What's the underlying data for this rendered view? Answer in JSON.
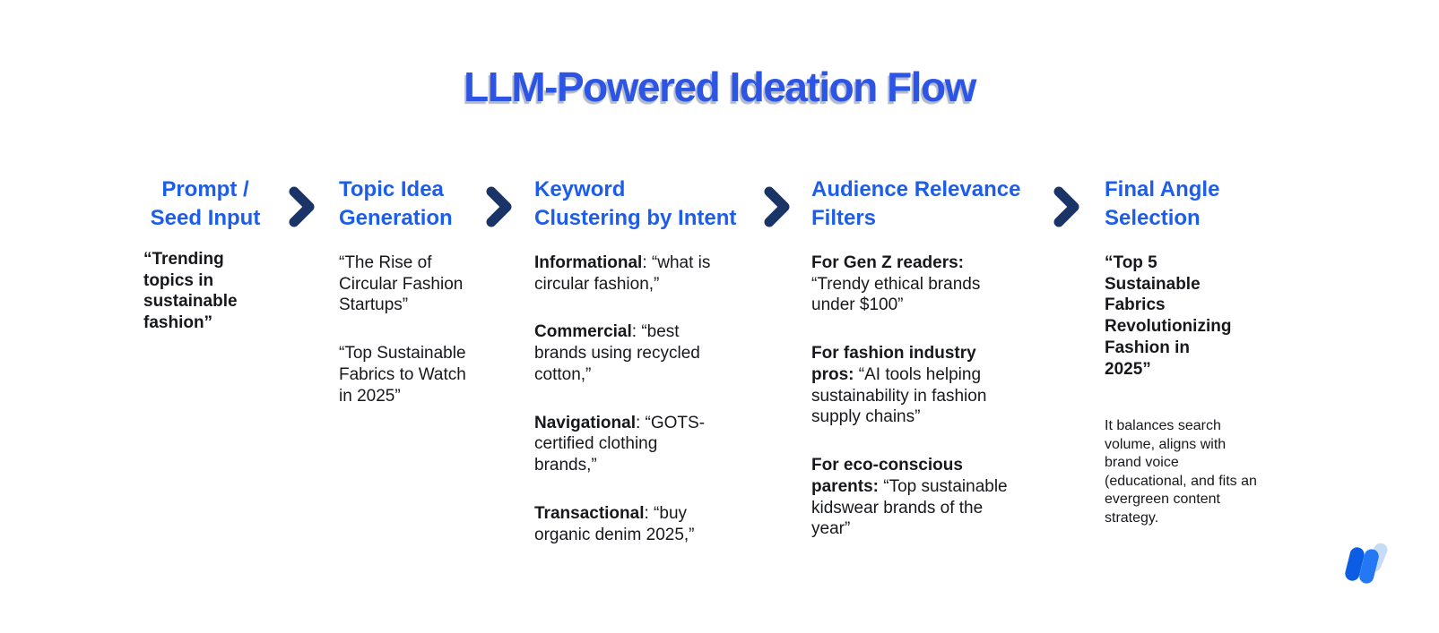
{
  "title": "LLM-Powered Ideation Flow",
  "colors": {
    "title_blue": "#2c55e6",
    "heading_blue": "#1d5de9",
    "arrow_navy": "#1b3467",
    "body_text": "#17181c",
    "logo_dark_blue": "#0d5ce4",
    "logo_mid_blue": "#2478f4",
    "logo_light_blue": "#c5dbf8"
  },
  "columns": [
    {
      "heading_lines": [
        "Prompt /",
        "Seed Input"
      ],
      "paragraphs": [
        {
          "text": "“Trending topics in sustainable fashion”"
        }
      ]
    },
    {
      "heading_lines": [
        "Topic Idea",
        "Generation"
      ],
      "paragraphs": [
        {
          "text": "“The Rise of Circular Fashion Startups”"
        },
        {
          "text": "“Top Sustainable Fabrics to Watch in 2025”"
        }
      ]
    },
    {
      "heading_lines": [
        "Keyword",
        "Clustering by Intent"
      ],
      "paragraphs": [
        {
          "lead": "Informational",
          "rest": ": “what is circular fashion,”"
        },
        {
          "lead": "Commercial",
          "rest": ": “best brands using recycled cotton,”"
        },
        {
          "lead": "Navigational",
          "rest": ": “GOTS-certified clothing brands,”"
        },
        {
          "lead": "Transactional",
          "rest": ": “buy organic denim 2025,”"
        }
      ]
    },
    {
      "heading_lines": [
        "Audience Relevance",
        "Filters"
      ],
      "paragraphs": [
        {
          "lead": "For Gen Z readers:",
          "rest": " “Trendy ethical brands under $100”"
        },
        {
          "lead": "For fashion industry pros:",
          "rest": " “AI tools helping sustainability in fashion supply chains”"
        },
        {
          "lead": "For eco-conscious parents:",
          "rest": " “Top sustainable kidswear brands of the year”"
        }
      ]
    },
    {
      "heading_lines": [
        "Final Angle",
        "Selection"
      ],
      "paragraphs": [
        {
          "text": "“Top 5 Sustainable Fabrics Revolutionizing Fashion in 2025”"
        },
        {
          "text": "It balances search volume, aligns with brand voice (educational, and fits an evergreen content strategy."
        }
      ]
    }
  ],
  "logo": {
    "icon_name": "w-shaped-brand-mark"
  }
}
